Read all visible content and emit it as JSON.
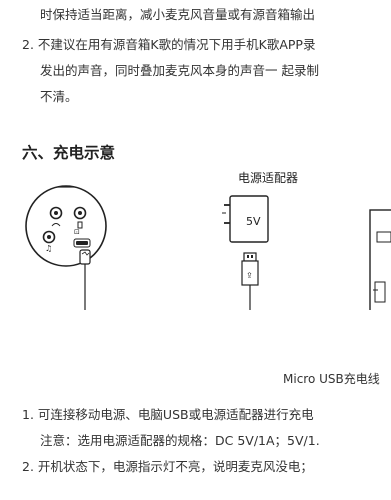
{
  "top_text": {
    "line1": "时保持适当距离，减小麦克风音量或有源音箱输出",
    "item2_num": "2.",
    "item2_line1": "不建议在用有源音箱K歌的情况下用手机K歌APP录",
    "item2_line2": "发出的声音，同时叠加麦克风本身的声音一 起录制",
    "item2_line3": "不清。"
  },
  "section": {
    "title": "六、充电示意"
  },
  "diagram": {
    "adapter_label": "电源适配器",
    "adapter_voltage": "5V",
    "cable_label": "Micro USB充电线"
  },
  "bottom_text": {
    "item1_num": "1.",
    "item1_text": "可连接移动电源、电脑USB或电源适配器进行充电",
    "note_text": "注意：选用电源适配器的规格：DC 5V/1A；5V/1.",
    "item2_num": "2.",
    "item2_text": "开机状态下，电源指示灯不亮，说明麦克风没电；"
  }
}
